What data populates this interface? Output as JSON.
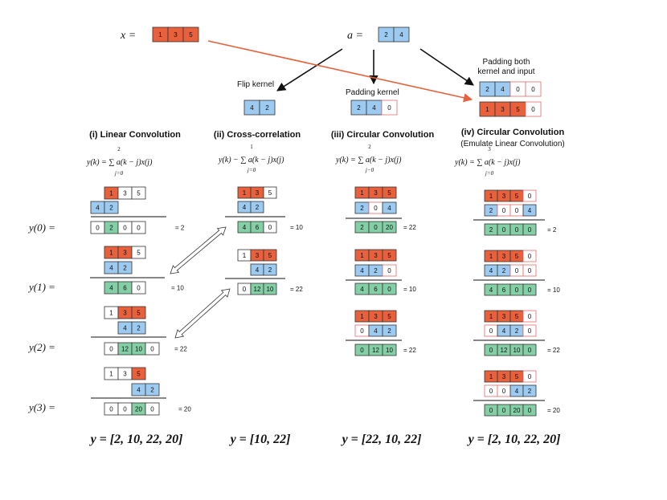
{
  "colors": {
    "orange": "#e8603c",
    "blue": "#9ccaf0",
    "green": "#84cfa6",
    "redtext": "#e01919",
    "redborder": "#e36b6b",
    "arrow": "#e8603c"
  },
  "header": {
    "x_label": "x =",
    "x_values": [
      "1",
      "3",
      "5"
    ],
    "a_label": "a =",
    "a_values": [
      "2",
      "4"
    ],
    "flip_label": "Flip kernel",
    "flip_values": [
      "4",
      "2"
    ],
    "pad_kernel_label": "Padding kernel",
    "pad_kernel_values": [
      "2",
      "4",
      "0"
    ],
    "pad_both_label_1": "Padding both",
    "pad_both_label_2": "kernel and input",
    "pad_both_kernel": [
      "2",
      "4",
      "0",
      "0"
    ],
    "pad_both_input": [
      "1",
      "3",
      "5",
      "0"
    ]
  },
  "sections": [
    {
      "title": "(i) Linear Convolution",
      "subtitle": "",
      "formula": "y(k) = ∑ a(k − j)x(j)",
      "sum_upper": "2",
      "sum_lower": "j=0",
      "result": "y = [2, 10, 22, 20]"
    },
    {
      "title": "(ii) Cross-correlation",
      "subtitle": "",
      "formula": "y(k) − ∑ a(k − j)x(j)",
      "sum_upper": "1",
      "sum_lower": "j=0",
      "result": "y = [10, 22]"
    },
    {
      "title": "(iii) Circular Convolution",
      "subtitle": "",
      "formula": "y(k) = ∑ a(k − j)x(j)",
      "sum_upper": "2",
      "sum_lower": "j−0",
      "result": "y = [22, 10, 22]"
    },
    {
      "title": "(iv) Circular Convolution",
      "subtitle": "(Emulate Linear Convolution)",
      "formula": "y(k) = ∑ a(k − j)x(j)",
      "sum_upper": "3",
      "sum_lower": "j=0",
      "result": "y = [2, 10, 22, 20]"
    }
  ],
  "row_labels": [
    "y(0) =",
    "y(1) =",
    "y(2) =",
    "y(3) ="
  ],
  "steps": {
    "linear": [
      {
        "top": [
          "",
          "1",
          "3",
          "5"
        ],
        "mid": [
          "4",
          "2",
          "",
          ""
        ],
        "out": [
          "0",
          "2",
          "0",
          "0"
        ],
        "eq": "= 2"
      },
      {
        "top": [
          "1",
          "3",
          "5"
        ],
        "mid": [
          "4",
          "2",
          ""
        ],
        "out": [
          "4",
          "6",
          "0"
        ],
        "eq": "= 10"
      },
      {
        "top": [
          "1",
          "3",
          "5",
          ""
        ],
        "mid": [
          "",
          "",
          "4",
          "2"
        ],
        "out": [
          "0",
          "12",
          "10",
          "0"
        ],
        "eq": "= 22"
      },
      {
        "top": [
          "1",
          "3",
          "5",
          "",
          ""
        ],
        "mid": [
          "",
          "",
          "",
          "4",
          "2"
        ],
        "out": [
          "0",
          "0",
          "20",
          "0"
        ],
        "eq": "= 20"
      }
    ],
    "cross": [
      {
        "top": [
          "1",
          "3",
          "5"
        ],
        "mid": [
          "4",
          "2",
          ""
        ],
        "out": [
          "4",
          "6",
          "0"
        ],
        "eq": "= 10"
      },
      {
        "top": [
          "1",
          "3",
          "5"
        ],
        "mid": [
          "",
          "4",
          "2"
        ],
        "out": [
          "0",
          "12",
          "10"
        ],
        "eq": "= 22"
      }
    ],
    "circular": [
      {
        "top": [
          "1",
          "3",
          "5"
        ],
        "mid": [
          "2",
          "0",
          "4"
        ],
        "out": [
          "2",
          "0",
          "20"
        ],
        "eq": "= 22"
      },
      {
        "top": [
          "1",
          "3",
          "5"
        ],
        "mid": [
          "4",
          "2",
          "0"
        ],
        "out": [
          "4",
          "6",
          "0"
        ],
        "eq": "= 10"
      },
      {
        "top": [
          "1",
          "3",
          "5"
        ],
        "mid": [
          "0",
          "4",
          "2"
        ],
        "out": [
          "0",
          "12",
          "10"
        ],
        "eq": "= 22"
      }
    ],
    "padded": [
      {
        "top": [
          "1",
          "3",
          "5",
          "0"
        ],
        "mid": [
          "2",
          "0",
          "0",
          "4"
        ],
        "out": [
          "2",
          "0",
          "0",
          "0"
        ],
        "eq": "= 2"
      },
      {
        "top": [
          "1",
          "3",
          "5",
          "0"
        ],
        "mid": [
          "4",
          "2",
          "0",
          "0"
        ],
        "out": [
          "4",
          "6",
          "0",
          "0"
        ],
        "eq": "= 10"
      },
      {
        "top": [
          "1",
          "3",
          "5",
          "0"
        ],
        "mid": [
          "0",
          "4",
          "2",
          "0"
        ],
        "out": [
          "0",
          "12",
          "10",
          "0"
        ],
        "eq": "= 22"
      },
      {
        "top": [
          "1",
          "3",
          "5",
          "0"
        ],
        "mid": [
          "0",
          "0",
          "4",
          "2"
        ],
        "out": [
          "0",
          "0",
          "20",
          "0"
        ],
        "eq": "= 20"
      }
    ]
  }
}
